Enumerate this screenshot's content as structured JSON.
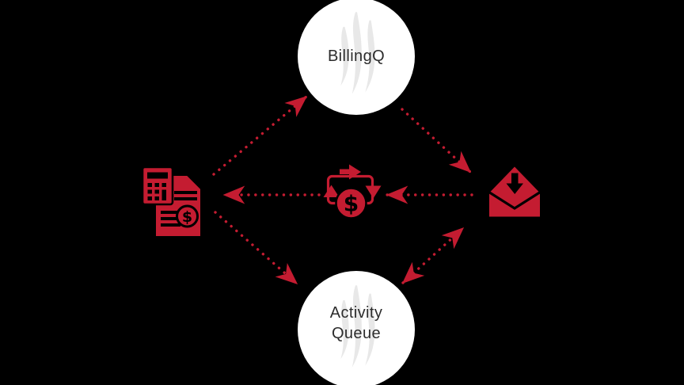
{
  "colors": {
    "accent": "#c41c31",
    "background": "#000000",
    "circle_fill": "#ffffff",
    "watermark": "#e8e8e8",
    "text": "#2c2c2c"
  },
  "diagram": {
    "nodes": {
      "billingq": {
        "label": "BillingQ",
        "shape": "circle",
        "watermark_icon": "flame-watermark-icon"
      },
      "activity_queue": {
        "line1": "Activity",
        "line2": "Queue",
        "shape": "circle",
        "watermark_icon": "flame-watermark-icon"
      },
      "billing_documents": {
        "icon": "invoice-calculator-icon"
      },
      "money_transfer": {
        "icon": "money-transfer-icon"
      },
      "mail_inbox": {
        "icon": "incoming-mail-icon"
      }
    },
    "edges": [
      {
        "from": "billing_documents",
        "to": "billingq",
        "style": "dotted",
        "direction": "one-way"
      },
      {
        "from": "billingq",
        "to": "mail_inbox",
        "style": "dotted",
        "direction": "one-way"
      },
      {
        "from": "mail_inbox",
        "to": "money_transfer",
        "style": "dotted",
        "direction": "one-way"
      },
      {
        "from": "money_transfer",
        "to": "billing_documents",
        "style": "dotted",
        "direction": "one-way"
      },
      {
        "from": "billing_documents",
        "to": "activity_queue",
        "style": "dotted",
        "direction": "one-way"
      },
      {
        "from": "activity_queue",
        "to": "mail_inbox",
        "style": "dotted",
        "direction": "two-way"
      }
    ]
  }
}
